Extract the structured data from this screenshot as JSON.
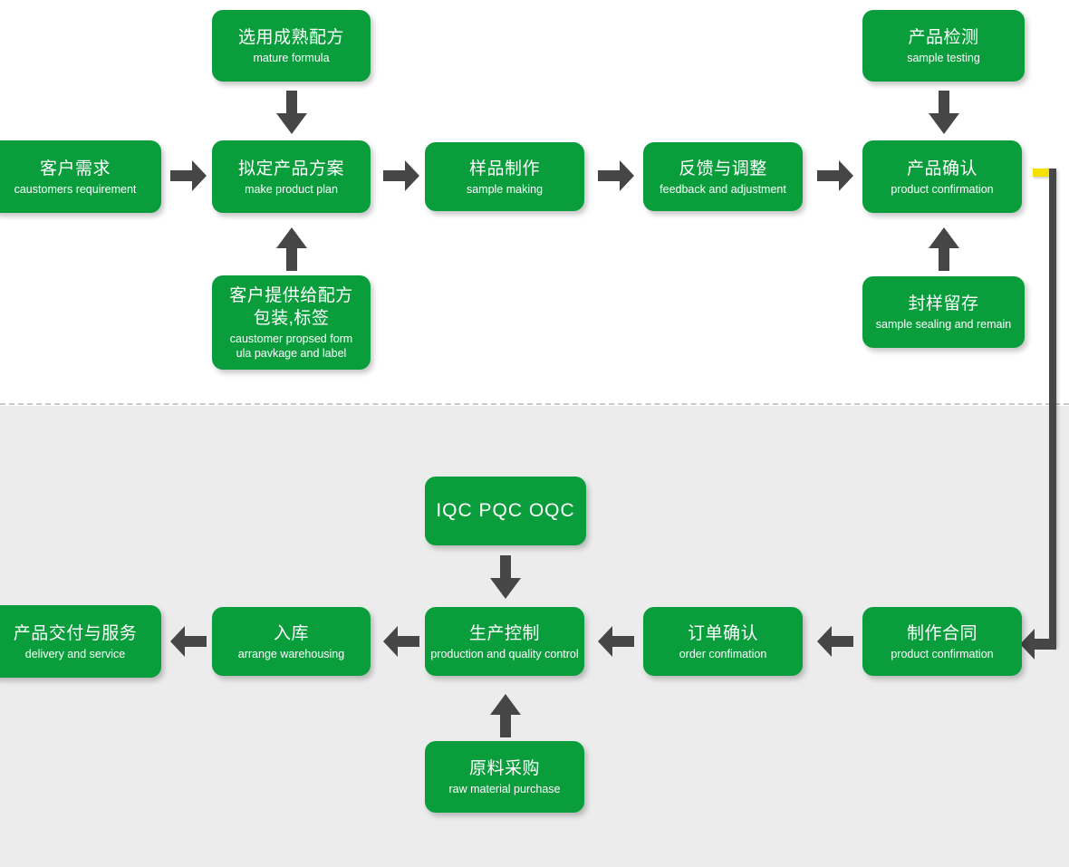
{
  "diagram": {
    "title": "Product Development and Production Flow Chart",
    "colors": {
      "node_green": "#0a9d3c",
      "arrow_gray": "#464646",
      "connector_yellow": "#f5e100",
      "band_top_bg": "#ffffff",
      "band_bottom_bg": "#ececec",
      "divider": "#c9c9c9",
      "node_text": "#ffffff"
    },
    "sections": {
      "top": {
        "name": "development-phase",
        "background": "#ffffff"
      },
      "bottom": {
        "name": "production-phase",
        "background": "#ececec"
      }
    },
    "nodes": {
      "mature_formula": {
        "cn": "选用成熟配方",
        "en": "mature formula"
      },
      "customer_requirement": {
        "cn": "客户需求",
        "en": "caustomers requirement"
      },
      "make_product_plan": {
        "cn": "拟定产品方案",
        "en": "make product plan"
      },
      "customer_proposed": {
        "cn": "客户提供给配方\n包装,标签",
        "en": "caustomer propsed form\nula pavkage and label"
      },
      "sample_making": {
        "cn": "样品制作",
        "en": "sample making"
      },
      "feedback_adjustment": {
        "cn": "反馈与调整",
        "en": "feedback and adjustment"
      },
      "sample_testing": {
        "cn": "产品检测",
        "en": "sample testing"
      },
      "product_confirmation": {
        "cn": "产品确认",
        "en": "product confirmation"
      },
      "sample_sealing": {
        "cn": "封样留存",
        "en": "sample sealing and remain"
      },
      "iqc_pqc_oqc": {
        "cn": "IQC PQC OQC",
        "en": ""
      },
      "make_contract": {
        "cn": "制作合同",
        "en": "product confirmation"
      },
      "order_confirmation": {
        "cn": "订单确认",
        "en": "order confimation"
      },
      "production_control": {
        "cn": "生产控制",
        "en": "production and quality control"
      },
      "warehousing": {
        "cn": "入库",
        "en": "arrange warehousing"
      },
      "delivery_service": {
        "cn": "产品交付与服务",
        "en": "delivery and service"
      },
      "raw_material": {
        "cn": "原料采购",
        "en": "raw material purchase"
      }
    },
    "edges": [
      {
        "from": "mature_formula",
        "to": "make_product_plan",
        "direction": "down"
      },
      {
        "from": "customer_proposed",
        "to": "make_product_plan",
        "direction": "up"
      },
      {
        "from": "customer_requirement",
        "to": "make_product_plan",
        "direction": "right"
      },
      {
        "from": "make_product_plan",
        "to": "sample_making",
        "direction": "right"
      },
      {
        "from": "sample_making",
        "to": "feedback_adjustment",
        "direction": "right"
      },
      {
        "from": "feedback_adjustment",
        "to": "product_confirmation",
        "direction": "right"
      },
      {
        "from": "sample_testing",
        "to": "product_confirmation",
        "direction": "down"
      },
      {
        "from": "sample_sealing",
        "to": "product_confirmation",
        "direction": "up"
      },
      {
        "from": "product_confirmation",
        "to": "make_contract",
        "direction": "elbow-down-left"
      },
      {
        "from": "make_contract",
        "to": "order_confirmation",
        "direction": "left"
      },
      {
        "from": "order_confirmation",
        "to": "production_control",
        "direction": "left"
      },
      {
        "from": "production_control",
        "to": "warehousing",
        "direction": "left"
      },
      {
        "from": "warehousing",
        "to": "delivery_service",
        "direction": "left"
      },
      {
        "from": "iqc_pqc_oqc",
        "to": "production_control",
        "direction": "down"
      },
      {
        "from": "raw_material",
        "to": "production_control",
        "direction": "up"
      }
    ]
  }
}
